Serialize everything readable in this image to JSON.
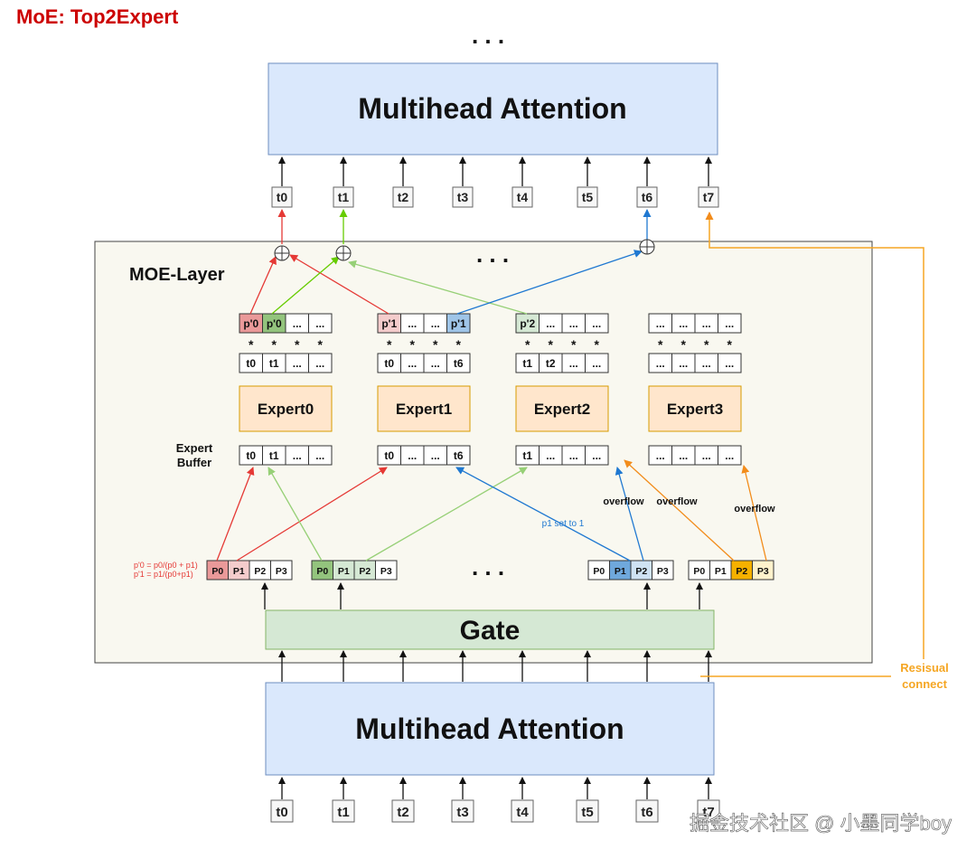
{
  "title": "MoE: Top2Expert",
  "top_ellipsis": ". . .",
  "mid_ellipsis": ". . .",
  "gate_ellipsis": ". . .",
  "attention_top_label": "Multihead Attention",
  "attention_bottom_label": "Multihead Attention",
  "moe_layer_label": "MOE-Layer",
  "gate_label": "Gate",
  "expert_buffer_label": [
    "Expert",
    "Buffer"
  ],
  "tokens": [
    "t0",
    "t1",
    "t2",
    "t3",
    "t4",
    "t5",
    "t6",
    "t7"
  ],
  "experts": [
    {
      "name": "Expert0",
      "probs": [
        "p'0",
        "p'0",
        "...",
        "..."
      ],
      "tokens": [
        "t0",
        "t1",
        "...",
        "..."
      ],
      "buffer": [
        "t0",
        "t1",
        "...",
        "..."
      ]
    },
    {
      "name": "Expert1",
      "probs": [
        "p'1",
        "...",
        "...",
        "p'1"
      ],
      "tokens": [
        "t0",
        "...",
        "...",
        "t6"
      ],
      "buffer": [
        "t0",
        "...",
        "...",
        "t6"
      ]
    },
    {
      "name": "Expert2",
      "probs": [
        "p'2",
        "...",
        "...",
        "..."
      ],
      "tokens": [
        "t1",
        "t2",
        "...",
        "..."
      ],
      "buffer": [
        "t1",
        "...",
        "...",
        "..."
      ]
    },
    {
      "name": "Expert3",
      "probs": [
        "...",
        "...",
        "...",
        "..."
      ],
      "tokens": [
        "...",
        "...",
        "...",
        "..."
      ],
      "buffer": [
        "...",
        "...",
        "...",
        "..."
      ]
    }
  ],
  "mult": "*",
  "gate_groups": [
    [
      "P0",
      "P1",
      "P2",
      "P3"
    ],
    [
      "P0",
      "P1",
      "P2",
      "P3"
    ],
    [
      "P0",
      "P1",
      "P2",
      "P3"
    ],
    [
      "P0",
      "P1",
      "P2",
      "P3"
    ]
  ],
  "formula_lines": [
    "p'0 = p0/(p0 + p1)",
    "p'1 = p1/(p0+p1)"
  ],
  "p1_set_label": "p1 set to 1",
  "overflow_label": "overflow",
  "residual_label": [
    "Resisual",
    "connect"
  ],
  "watermark": "掘金技术社区 @ 小墨同学boy",
  "colors": {
    "title": "#cc0000",
    "attention_fill": "#dae8fc",
    "attention_stroke": "#6c8ebf",
    "gate_fill": "#d5e8d4",
    "gate_stroke": "#82b366",
    "expert_fill": "#ffe6cc",
    "expert_stroke": "#d79b00",
    "moe_fill": "#f9f8f0",
    "red": "#e53935",
    "green": "#66cc00",
    "light_green": "#97d077",
    "blue": "#1f78d1",
    "orange": "#f28c1b",
    "residual": "#f5a623"
  }
}
